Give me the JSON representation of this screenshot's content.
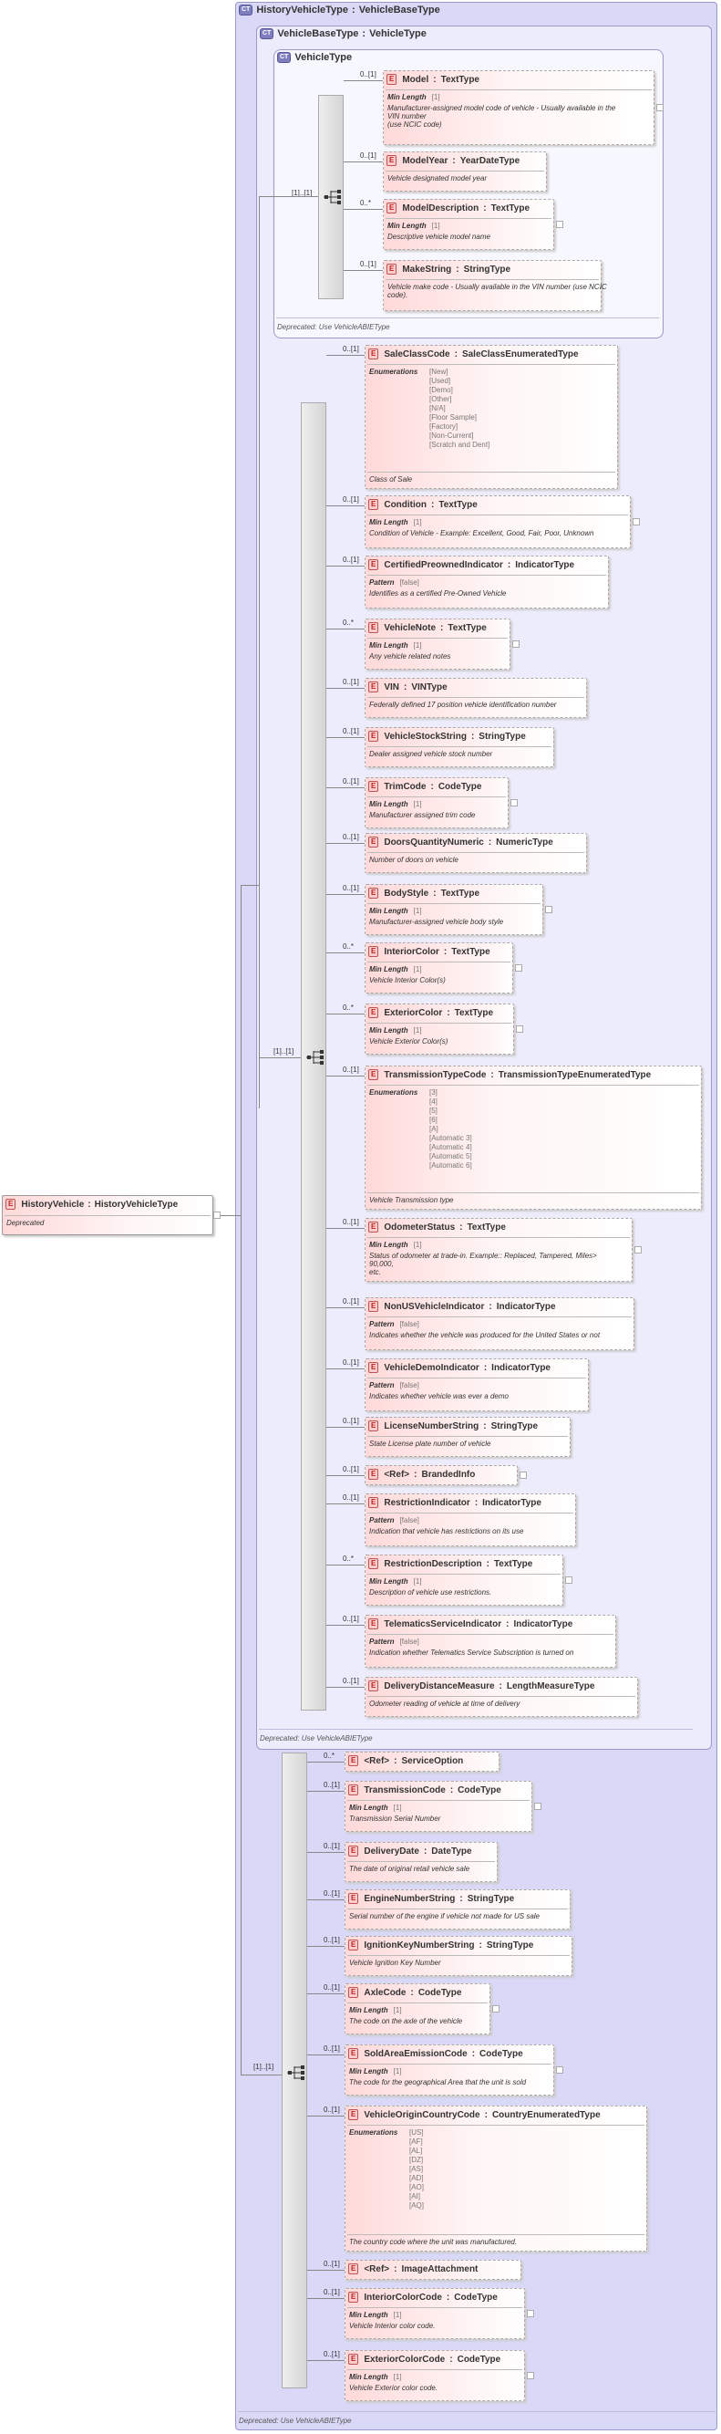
{
  "root": {
    "name": "HistoryVehicle",
    "type": "HistoryVehicleType",
    "doc": "Deprecated"
  },
  "outer_ct": {
    "name": "HistoryVehicleType",
    "base": "VehicleBaseType",
    "footer": "Deprecated: Use VehicleABIEType"
  },
  "base_ct": {
    "name": "VehicleBaseType",
    "type": "VehicleType",
    "footer": "Deprecated: Use VehicleABIEType"
  },
  "vehicle_ct": {
    "name": "VehicleType",
    "footer": "Deprecated: Use VehicleABIEType"
  },
  "sep": ":",
  "labels": {
    "min_length": "Min Length",
    "pattern": "Pattern",
    "enumerations": "Enumerations",
    "badge_e": "E",
    "badge_ct": "CT"
  },
  "seq_cards": {
    "vehicle": "[1]..[1]",
    "base": "[1]..[1]",
    "history": "[1]..[1]"
  },
  "vehicle_elements": [
    {
      "name": "Model",
      "type": "TextType",
      "card": "0..[1]",
      "facet": "[1]",
      "doc": [
        "Manufacturer-assigned model code of vehicle - Usually available in the",
        "VIN number",
        "(use NCIC code)"
      ]
    },
    {
      "name": "ModelYear",
      "type": "YearDateType",
      "card": "0..[1]",
      "doc": [
        "Vehicle designated model year"
      ]
    },
    {
      "name": "ModelDescription",
      "type": "TextType",
      "card": "0..*",
      "facet": "[1]",
      "doc": [
        "Descriptive vehicle model name"
      ]
    },
    {
      "name": "MakeString",
      "type": "StringType",
      "card": "0..[1]",
      "doc": [
        "Vehicle make code - Usually available in the VIN number (use NCIC",
        "code)."
      ]
    }
  ],
  "base_elements": [
    {
      "name": "SaleClassCode",
      "type": "SaleClassEnumeratedType",
      "card": "0..[1]",
      "enums": [
        "[New]",
        "[Used]",
        "[Demo]",
        "[Other]",
        "[N/A]",
        "[Floor Sample]",
        "[Factory]",
        "[Non-Current]",
        "[Scratch and Dent]"
      ],
      "doc": [
        "Class of Sale"
      ]
    },
    {
      "name": "Condition",
      "type": "TextType",
      "card": "0..[1]",
      "facet": "[1]",
      "doc": [
        "Condition of Vehicle - Example: Excellent, Good, Fair, Poor, Unknown"
      ]
    },
    {
      "name": "CertifiedPreownedIndicator",
      "type": "IndicatorType",
      "card": "0..[1]",
      "pattern": "[false]",
      "doc": [
        "Identifies as a certified Pre-Owned Vehicle"
      ]
    },
    {
      "name": "VehicleNote",
      "type": "TextType",
      "card": "0..*",
      "facet": "[1]",
      "doc": [
        "Any vehicle related notes"
      ]
    },
    {
      "name": "VIN",
      "type": "VINType",
      "card": "0..[1]",
      "doc": [
        "Federally defined 17 position vehicle identification number"
      ]
    },
    {
      "name": "VehicleStockString",
      "type": "StringType",
      "card": "0..[1]",
      "doc": [
        "Dealer assigned vehicle stock number"
      ]
    },
    {
      "name": "TrimCode",
      "type": "CodeType",
      "card": "0..[1]",
      "facet": "[1]",
      "doc": [
        "Manufacturer assigned trim code"
      ]
    },
    {
      "name": "DoorsQuantityNumeric",
      "type": "NumericType",
      "card": "0..[1]",
      "doc": [
        "Number of doors on vehicle"
      ]
    },
    {
      "name": "BodyStyle",
      "type": "TextType",
      "card": "0..[1]",
      "facet": "[1]",
      "doc": [
        "Manufacturer-assigned vehicle body style"
      ]
    },
    {
      "name": "InteriorColor",
      "type": "TextType",
      "card": "0..*",
      "facet": "[1]",
      "doc": [
        "Vehicle Interior Color(s)"
      ]
    },
    {
      "name": "ExteriorColor",
      "type": "TextType",
      "card": "0..*",
      "facet": "[1]",
      "doc": [
        "Vehicle Exterior Color(s)"
      ]
    },
    {
      "name": "TransmissionTypeCode",
      "type": "TransmissionTypeEnumeratedType",
      "card": "0..[1]",
      "enums": [
        "[3]",
        "[4]",
        "[5]",
        "[6]",
        "[A]",
        "[Automatic 3]",
        "[Automatic 4]",
        "[Automatic 5]",
        "[Automatic 6]"
      ],
      "doc": [
        "Vehicle Transmission type"
      ]
    },
    {
      "name": "OdometerStatus",
      "type": "TextType",
      "card": "0..[1]",
      "facet": "[1]",
      "doc": [
        "Status of odometer at trade-in. Example:: Replaced, Tampered, Miles>",
        "90,000,",
        "etc."
      ]
    },
    {
      "name": "NonUSVehicleIndicator",
      "type": "IndicatorType",
      "card": "0..[1]",
      "pattern": "[false]",
      "doc": [
        "Indicates whether the vehicle was produced for the United States or not"
      ]
    },
    {
      "name": "VehicleDemoIndicator",
      "type": "IndicatorType",
      "card": "0..[1]",
      "pattern": "[false]",
      "doc": [
        "Indicates whether vehicle was ever a demo"
      ]
    },
    {
      "name": "LicenseNumberString",
      "type": "StringType",
      "card": "0..[1]",
      "doc": [
        "State License plate number of vehicle"
      ]
    },
    {
      "name": "<Ref>",
      "type": "BrandedInfo",
      "card": "0..[1]",
      "doc": []
    },
    {
      "name": "RestrictionIndicator",
      "type": "IndicatorType",
      "card": "0..[1]",
      "pattern": "[false]",
      "doc": [
        "Indication that vehicle has restrictions on its use"
      ]
    },
    {
      "name": "RestrictionDescription",
      "type": "TextType",
      "card": "0..*",
      "facet": "[1]",
      "doc": [
        "Description of vehicle use restrictions."
      ]
    },
    {
      "name": "TelematicsServiceIndicator",
      "type": "IndicatorType",
      "card": "0..[1]",
      "pattern": "[false]",
      "doc": [
        "Indication whether Telematics Service Subscription is turned on"
      ]
    },
    {
      "name": "DeliveryDistanceMeasure",
      "type": "LengthMeasureType",
      "card": "0..[1]",
      "doc": [
        "Odometer reading of vehicle at time of delivery"
      ]
    }
  ],
  "history_elements": [
    {
      "name": "<Ref>",
      "type": "ServiceOption",
      "card": "0..*",
      "doc": []
    },
    {
      "name": "TransmissionCode",
      "type": "CodeType",
      "card": "0..[1]",
      "facet": "[1]",
      "doc": [
        "Transmission Serial Number"
      ]
    },
    {
      "name": "DeliveryDate",
      "type": "DateType",
      "card": "0..[1]",
      "doc": [
        "The date of original retail vehicle sale"
      ]
    },
    {
      "name": "EngineNumberString",
      "type": "StringType",
      "card": "0..[1]",
      "doc": [
        "Serial number of the engine if vehicle not made for US sale"
      ]
    },
    {
      "name": "IgnitionKeyNumberString",
      "type": "StringType",
      "card": "0..[1]",
      "doc": [
        "Vehicle Ignition Key Number"
      ]
    },
    {
      "name": "AxleCode",
      "type": "CodeType",
      "card": "0..[1]",
      "facet": "[1]",
      "doc": [
        "The code on the axle of the vehicle"
      ]
    },
    {
      "name": "SoldAreaEmissionCode",
      "type": "CodeType",
      "card": "0..[1]",
      "facet": "[1]",
      "doc": [
        "The code for the geographical Area that the unit is sold"
      ]
    },
    {
      "name": "VehicleOriginCountryCode",
      "type": "CountryEnumeratedType",
      "card": "0..[1]",
      "enums": [
        "[US]",
        "[AF]",
        "[AL]",
        "[DZ]",
        "[AS]",
        "[AD]",
        "[AO]",
        "[AI]",
        "[AQ]"
      ],
      "doc": [
        "The country code where the unit was manufactured."
      ]
    },
    {
      "name": "<Ref>",
      "type": "ImageAttachment",
      "card": "0..[1]",
      "doc": []
    },
    {
      "name": "InteriorColorCode",
      "type": "CodeType",
      "card": "0..[1]",
      "facet": "[1]",
      "doc": [
        "Vehicle Interior color code."
      ]
    },
    {
      "name": "ExteriorColorCode",
      "type": "CodeType",
      "card": "0..[1]",
      "facet": "[1]",
      "doc": [
        "Vehicle Exterior color code."
      ]
    }
  ]
}
